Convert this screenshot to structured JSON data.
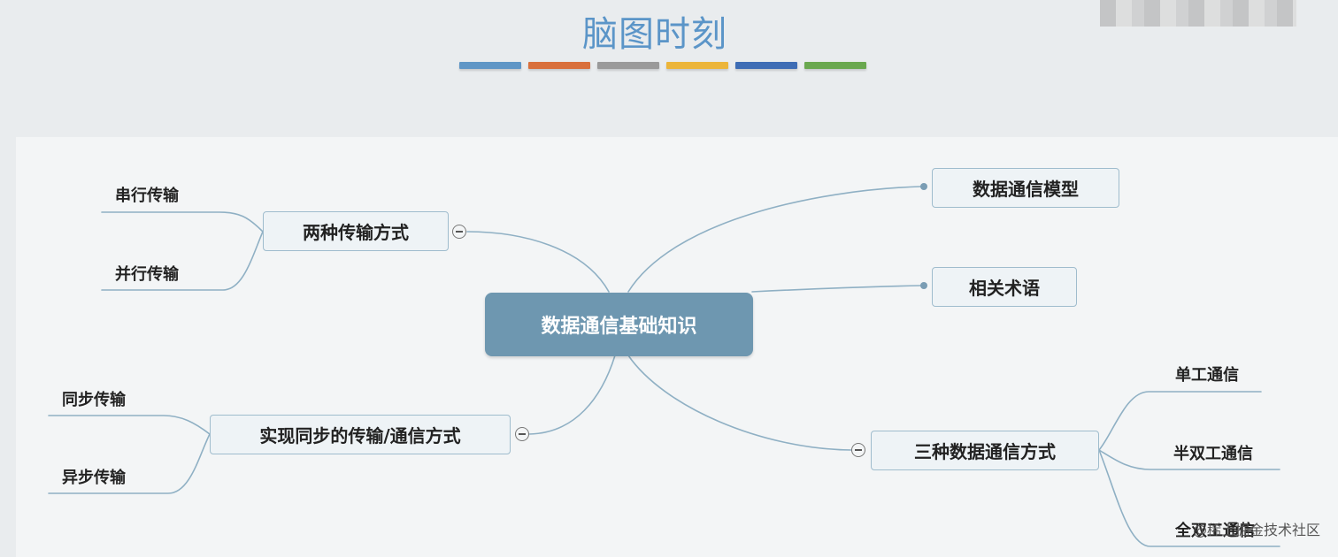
{
  "header": {
    "title": "脑图时刻",
    "bar_colors": [
      "#5f96c6",
      "#d9703c",
      "#9a9a9a",
      "#ecb53a",
      "#3e6db5",
      "#6aa84f"
    ]
  },
  "mindmap": {
    "center": "数据通信基础知识",
    "branches": {
      "transmission_modes": {
        "label": "两种传输方式",
        "children": [
          "串行传输",
          "并行传输"
        ]
      },
      "sync_methods": {
        "label": "实现同步的传输/通信方式",
        "children": [
          "同步传输",
          "异步传输"
        ]
      },
      "comm_model": {
        "label": "数据通信模型"
      },
      "terms": {
        "label": "相关术语"
      },
      "comm_modes": {
        "label": "三种数据通信方式",
        "children": [
          "单工通信",
          "半双工通信",
          "全双工通信"
        ]
      }
    },
    "colors": {
      "center_fill": "#6e97b0",
      "node_border": "#9fbccd",
      "link": "#8fb0c4"
    }
  },
  "watermark": "@稀土掘金技术社区"
}
